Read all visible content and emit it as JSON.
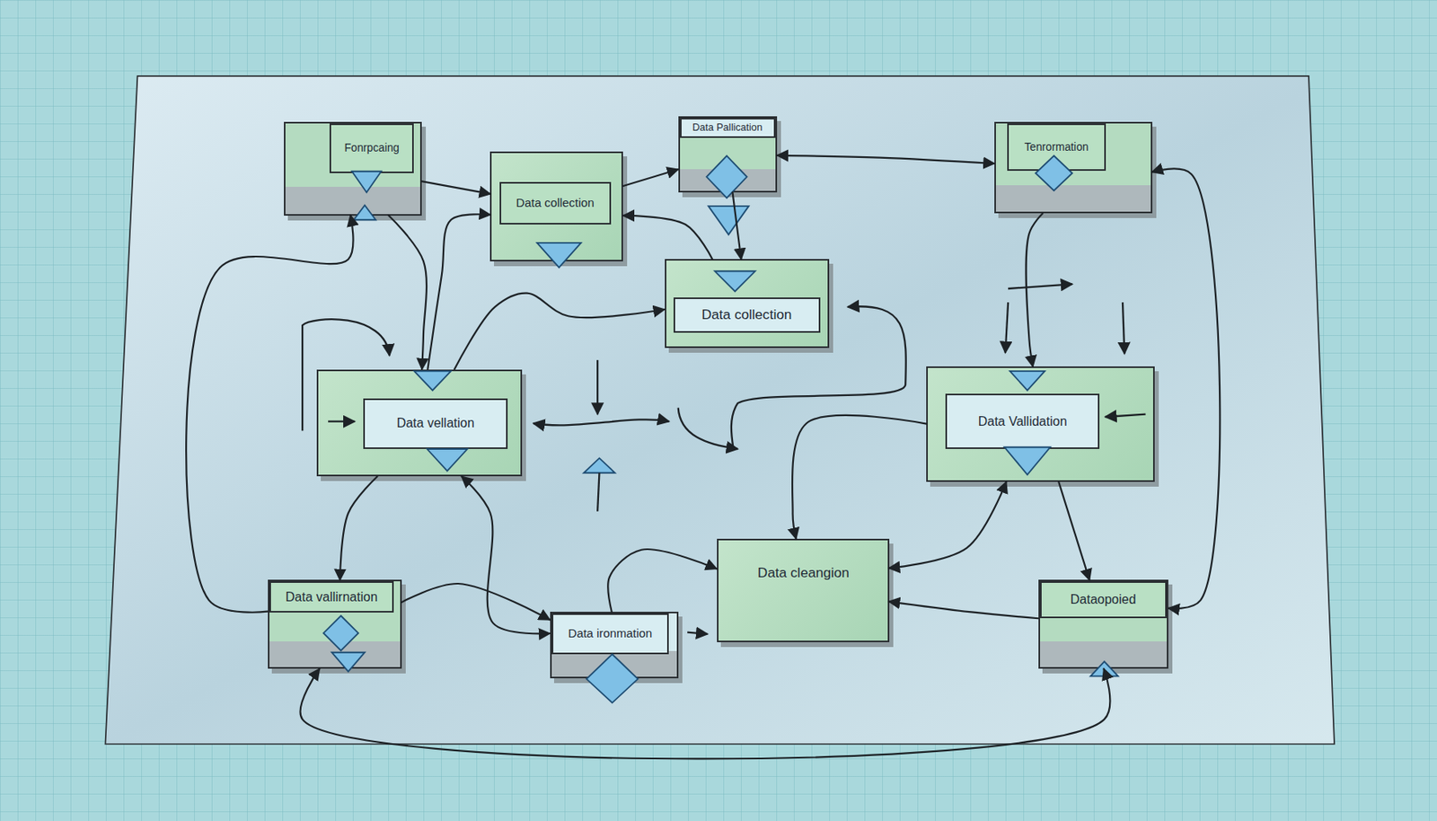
{
  "diagram": {
    "nodes": [
      {
        "text": [
          "Fonrpcaing"
        ]
      },
      {
        "text": [
          "Data collection"
        ]
      },
      {
        "text": [
          "Data Pallication"
        ]
      },
      {
        "text": [
          "Tenrormation"
        ]
      },
      {
        "text": [
          "Data collection"
        ]
      },
      {
        "text": [
          "Data vellation"
        ]
      },
      {
        "text": [
          "Data Vallidation"
        ]
      },
      {
        "text": [
          "Data vallirnation"
        ]
      },
      {
        "text": [
          "Data ironmation"
        ]
      },
      {
        "text": [
          "Data cleangion"
        ]
      },
      {
        "text": [
          "Dataopoied"
        ]
      }
    ],
    "edges": [
      {
        "from": 0,
        "to": 1,
        "arrow": "to"
      },
      {
        "from": 1,
        "to": 2,
        "arrow": "to"
      },
      {
        "from": 2,
        "to": 3,
        "arrow": "both"
      },
      {
        "from": 2,
        "to": 4,
        "arrow": "to"
      },
      {
        "from": 4,
        "to": 1,
        "arrow": "to"
      },
      {
        "from": 5,
        "to": 4,
        "arrow": "to"
      },
      {
        "from": 5,
        "to": 1,
        "arrow": "to"
      },
      {
        "from": 0,
        "to": 5,
        "arrow": "to"
      },
      {
        "from": 7,
        "to": 0,
        "arrow": "to"
      },
      {
        "from": 5,
        "to": 7,
        "arrow": "to"
      },
      {
        "from": 5,
        "to": 8,
        "arrow": "both"
      },
      {
        "from": 7,
        "to": 8,
        "arrow": "to"
      },
      {
        "from": 8,
        "to": 9,
        "arrow": "to"
      },
      {
        "from": 9,
        "to": 6,
        "arrow": "both"
      },
      {
        "from": 6,
        "to": 9,
        "arrow": "to"
      },
      {
        "from": 3,
        "to": 6,
        "arrow": "to"
      },
      {
        "from": 6,
        "to": 10,
        "arrow": "to"
      },
      {
        "from": 10,
        "to": 3,
        "arrow": "both"
      },
      {
        "from": 10,
        "to": 9,
        "arrow": "to"
      },
      {
        "from": 10,
        "to": 7,
        "arrow": "both"
      }
    ]
  }
}
